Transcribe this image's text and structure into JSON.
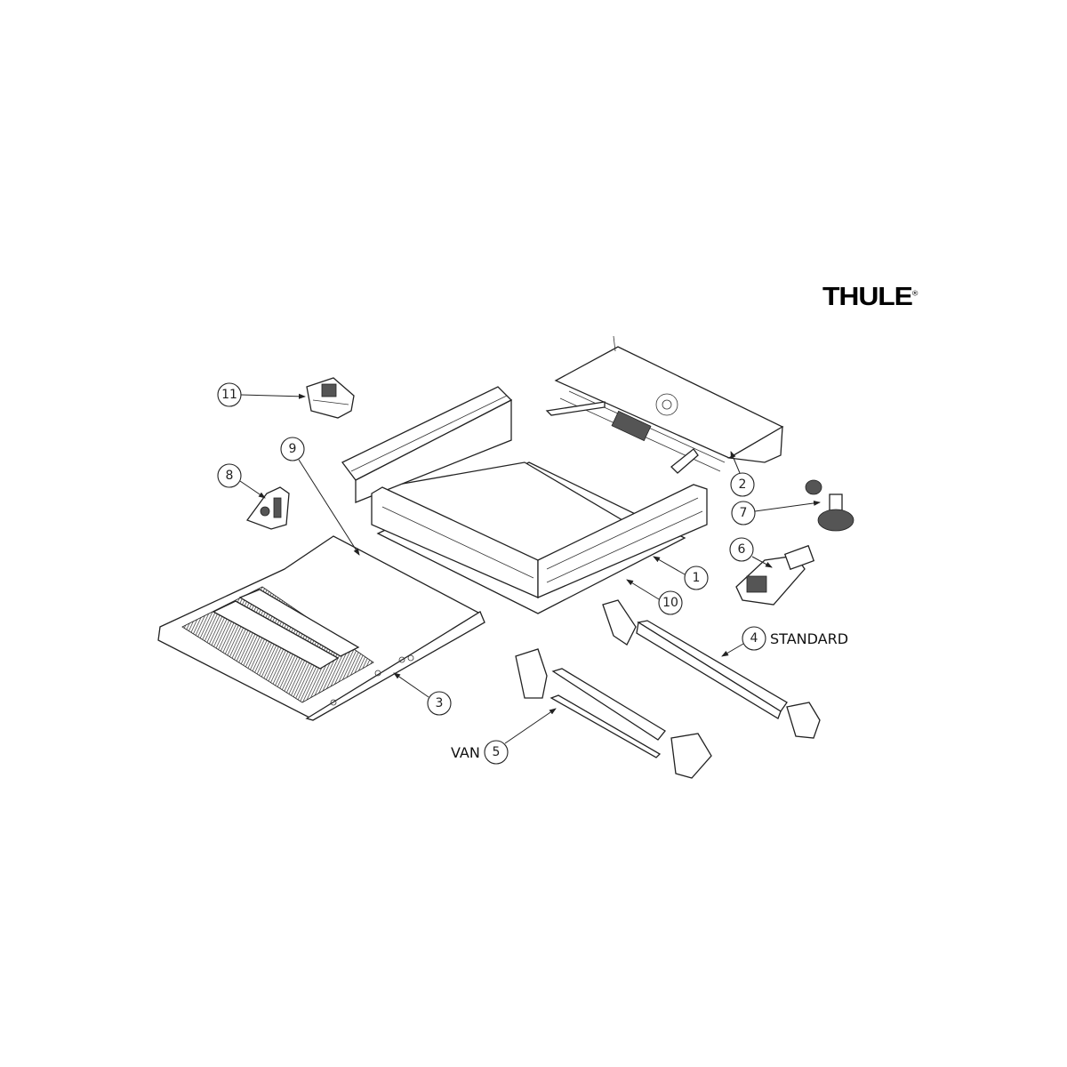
{
  "brand": {
    "logo_text": "THULE",
    "registered_mark": "®"
  },
  "callouts": [
    {
      "number": "1"
    },
    {
      "number": "2"
    },
    {
      "number": "3"
    },
    {
      "number": "4",
      "variant_label": "STANDARD"
    },
    {
      "number": "5",
      "variant_label": "VAN"
    },
    {
      "number": "6"
    },
    {
      "number": "7"
    },
    {
      "number": "8"
    },
    {
      "number": "9"
    },
    {
      "number": "10"
    },
    {
      "number": "11"
    }
  ],
  "colors": {
    "line": "#222222",
    "background": "#ffffff"
  }
}
